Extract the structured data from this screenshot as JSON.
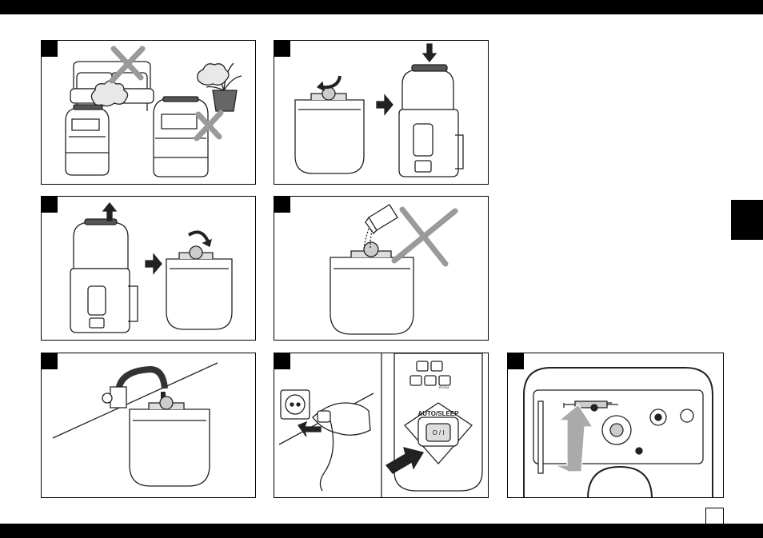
{
  "panel_labels": {
    "control_top_button": "AUTO/SLEEP",
    "power_button": "O / I",
    "mode_icon_caption": "ROOM"
  }
}
